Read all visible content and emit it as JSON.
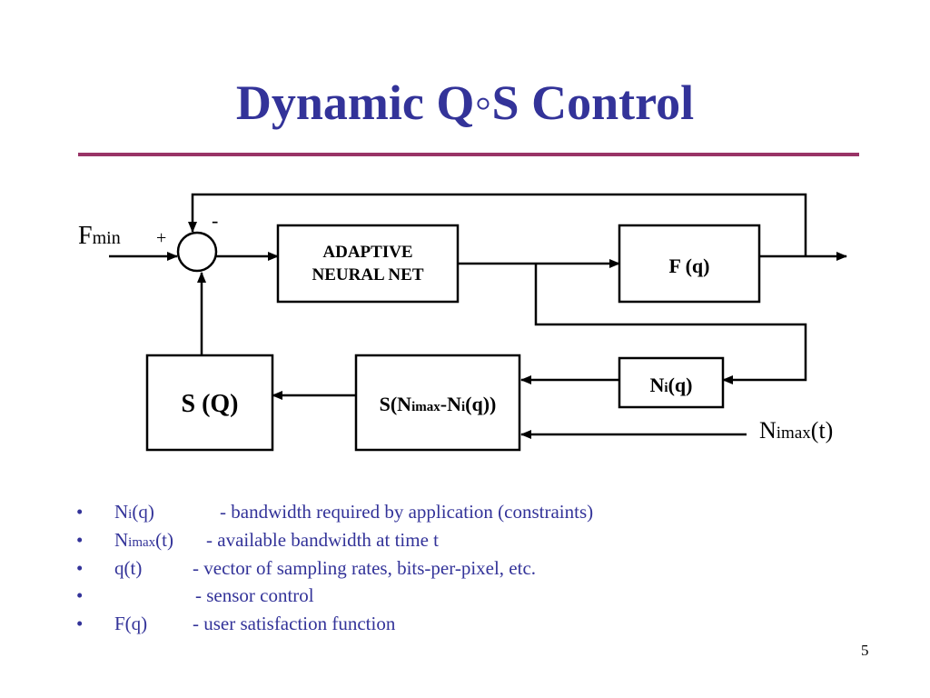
{
  "slide": {
    "title": "Dynamic  Q◦S Control",
    "page_number": "5"
  },
  "diagram": {
    "input_label_main": "F",
    "input_label_sub": "min",
    "plus_sign": "+",
    "minus_sign": "-",
    "ann_line1": "ADAPTIVE",
    "ann_line2": "NEURAL NET",
    "fq_label": "F (q)",
    "sq_label": "S (Q)",
    "s_open": "S(N",
    "s_sub1": "imax",
    "s_dash": "-N",
    "s_sub2": "i",
    "s_close": "(q))",
    "ni_main": "N",
    "ni_sub": "i",
    "ni_tail": "(q)",
    "nimax_main": "N",
    "nimax_sub": "imax",
    "nimax_tail": "(t)"
  },
  "bullets": [
    {
      "term_main": "N",
      "term_sub": "i",
      "term_tail": "(q)",
      "desc": "- bandwidth required by application (constraints)"
    },
    {
      "term_main": "N",
      "term_sub": "imax",
      "term_tail": "(t)",
      "desc": "- available bandwidth at time t"
    },
    {
      "term_main": "q(t)",
      "term_sub": "",
      "term_tail": "",
      "desc": "- vector of  sampling rates, bits-per-pixel, etc."
    },
    {
      "term_main": "",
      "term_sub": "",
      "term_tail": "",
      "desc": "- sensor control"
    },
    {
      "term_main": "F(q)",
      "term_sub": "",
      "term_tail": "",
      "desc": "- user satisfaction function"
    }
  ]
}
